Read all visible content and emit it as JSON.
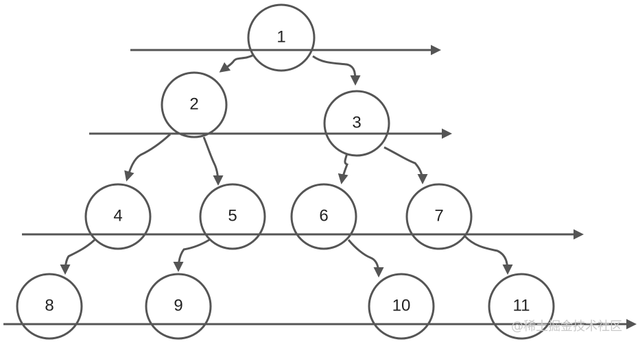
{
  "diagram": {
    "nodes": [
      {
        "id": "1",
        "label": "1"
      },
      {
        "id": "2",
        "label": "2"
      },
      {
        "id": "3",
        "label": "3"
      },
      {
        "id": "4",
        "label": "4"
      },
      {
        "id": "5",
        "label": "5"
      },
      {
        "id": "6",
        "label": "6"
      },
      {
        "id": "7",
        "label": "7"
      },
      {
        "id": "8",
        "label": "8"
      },
      {
        "id": "9",
        "label": "9"
      },
      {
        "id": "10",
        "label": "10"
      },
      {
        "id": "11",
        "label": "11"
      }
    ],
    "edges": [
      {
        "from": "1",
        "to": "2"
      },
      {
        "from": "1",
        "to": "3"
      },
      {
        "from": "2",
        "to": "4"
      },
      {
        "from": "2",
        "to": "5"
      },
      {
        "from": "3",
        "to": "6"
      },
      {
        "from": "3",
        "to": "7"
      },
      {
        "from": "4",
        "to": "8"
      },
      {
        "from": "5",
        "to": "9"
      },
      {
        "from": "6",
        "to": "10"
      },
      {
        "from": "7",
        "to": "11"
      }
    ],
    "colors": {
      "stroke": "#555555",
      "background": "#ffffff",
      "watermark": "#c9c9c9"
    }
  },
  "watermark": {
    "text": "@稀土掘金技术社区"
  }
}
